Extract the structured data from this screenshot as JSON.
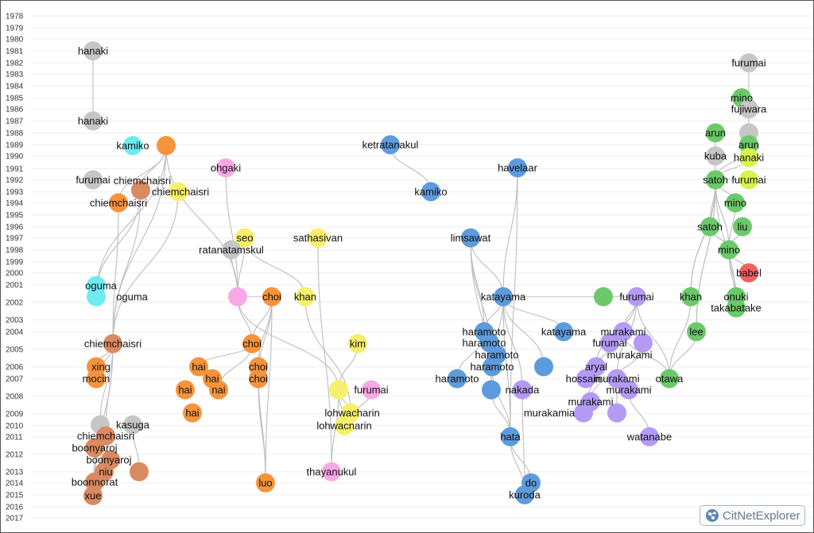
{
  "years": [
    "1978",
    "1979",
    "1980",
    "1981",
    "1982",
    "1983",
    "1984",
    "1985",
    "1986",
    "1987",
    "1988",
    "1989",
    "1990",
    "1991",
    "1992",
    "1993",
    "1994",
    "1995",
    "1996",
    "1997",
    "1998",
    "1999",
    "2000",
    "2001",
    "2002",
    "2003",
    "2004",
    "2005",
    "2006",
    "2007",
    "2008",
    "2009",
    "2010",
    "2011",
    "2012",
    "2013",
    "2014",
    "2015",
    "2016",
    "2017"
  ],
  "brand": {
    "name": "CitNetExplorer",
    "icon": "citnet-logo-icon"
  },
  "colors": {
    "gray": "#c6c6c6",
    "orange": "#f7943b",
    "salmon": "#d98a62",
    "cyan": "#6cecf0",
    "pink": "#f9a8e6",
    "yellow": "#f6ef6b",
    "blue": "#5e9bdc",
    "purple": "#b49af5",
    "green": "#6cc96b",
    "red": "#f4605e",
    "lime": "#d7f34e"
  },
  "publications": [
    {
      "label": "hanaki",
      "color": "gray"
    },
    {
      "label": "hanaki",
      "color": "gray"
    },
    {
      "label": "kamiko",
      "color": "cyan"
    },
    {
      "label": "",
      "color": "orange"
    },
    {
      "label": "furumai",
      "color": "gray"
    },
    {
      "label": "chiemchaisri",
      "color": "salmon"
    },
    {
      "label": "chiemchaisri",
      "color": "yellow"
    },
    {
      "label": "chiemchaisri",
      "color": "orange"
    },
    {
      "label": "oguma",
      "color": "cyan"
    },
    {
      "label": "oguma",
      "color": "cyan"
    },
    {
      "label": "chiemchaisri",
      "color": "salmon"
    },
    {
      "label": "xing",
      "color": "orange"
    },
    {
      "label": "mocin",
      "color": "orange"
    },
    {
      "label": "",
      "color": "gray"
    },
    {
      "label": "kasuga",
      "color": "gray"
    },
    {
      "label": "chiemchaisri",
      "color": "salmon"
    },
    {
      "label": "boonyaroj",
      "color": "salmon"
    },
    {
      "label": "boonyaroj",
      "color": "salmon"
    },
    {
      "label": "niu",
      "color": "salmon"
    },
    {
      "label": "",
      "color": "salmon"
    },
    {
      "label": "boonnorat",
      "color": "salmon"
    },
    {
      "label": "xue",
      "color": "salmon"
    },
    {
      "label": "ohgaki",
      "color": "pink"
    },
    {
      "label": "seo",
      "color": "yellow"
    },
    {
      "label": "ratanatamskul",
      "color": "gray"
    },
    {
      "label": "",
      "color": "pink"
    },
    {
      "label": "choi",
      "color": "orange"
    },
    {
      "label": "khan",
      "color": "yellow"
    },
    {
      "label": "sathasivan",
      "color": "yellow"
    },
    {
      "label": "choi",
      "color": "orange"
    },
    {
      "label": "choi",
      "color": "orange"
    },
    {
      "label": "choi",
      "color": "orange"
    },
    {
      "label": "kim",
      "color": "yellow"
    },
    {
      "label": "hai",
      "color": "orange"
    },
    {
      "label": "hai",
      "color": "orange"
    },
    {
      "label": "hai",
      "color": "orange"
    },
    {
      "label": "nai",
      "color": "orange"
    },
    {
      "label": "hai",
      "color": "orange"
    },
    {
      "label": "",
      "color": "yellow"
    },
    {
      "label": "furumai",
      "color": "pink"
    },
    {
      "label": "lohwacharin",
      "color": "yellow"
    },
    {
      "label": "lohwacnarin",
      "color": "yellow"
    },
    {
      "label": "thayanukul",
      "color": "pink"
    },
    {
      "label": "luo",
      "color": "orange"
    },
    {
      "label": "ketratanakul",
      "color": "blue"
    },
    {
      "label": "kamiko",
      "color": "blue"
    },
    {
      "label": "havelaar",
      "color": "blue"
    },
    {
      "label": "limsawat",
      "color": "blue"
    },
    {
      "label": "katayama",
      "color": "blue"
    },
    {
      "label": "katayama",
      "color": "blue"
    },
    {
      "label": "haramoto",
      "color": "blue"
    },
    {
      "label": "haramoto",
      "color": "blue"
    },
    {
      "label": "haramoto",
      "color": "blue"
    },
    {
      "label": "haramoto",
      "color": "blue"
    },
    {
      "label": "haramoto",
      "color": "blue"
    },
    {
      "label": "",
      "color": "blue"
    },
    {
      "label": "",
      "color": "blue"
    },
    {
      "label": "nakada",
      "color": "purple"
    },
    {
      "label": "hata",
      "color": "blue"
    },
    {
      "label": "do",
      "color": "blue"
    },
    {
      "label": "kuroda",
      "color": "blue"
    },
    {
      "label": "",
      "color": "green"
    },
    {
      "label": "furumai",
      "color": "purple"
    },
    {
      "label": "murakami",
      "color": "purple"
    },
    {
      "label": "furumai",
      "color": "purple"
    },
    {
      "label": "murakami",
      "color": "purple"
    },
    {
      "label": "aryal",
      "color": "purple"
    },
    {
      "label": "hossain",
      "color": "purple"
    },
    {
      "label": "murakami",
      "color": "purple"
    },
    {
      "label": "murakami",
      "color": "purple"
    },
    {
      "label": "murakami",
      "color": "purple"
    },
    {
      "label": "murakamia",
      "color": "purple"
    },
    {
      "label": "",
      "color": "purple"
    },
    {
      "label": "watanabe",
      "color": "purple"
    },
    {
      "label": "otawa",
      "color": "green"
    },
    {
      "label": "khan",
      "color": "green"
    },
    {
      "label": "lee",
      "color": "green"
    },
    {
      "label": "furumai",
      "color": "gray"
    },
    {
      "label": "mino",
      "color": "green"
    },
    {
      "label": "fujiwara",
      "color": "gray"
    },
    {
      "label": "",
      "color": "gray"
    },
    {
      "label": "arun",
      "color": "green"
    },
    {
      "label": "arun",
      "color": "green"
    },
    {
      "label": "kuba",
      "color": "gray"
    },
    {
      "label": "hanaki",
      "color": "lime"
    },
    {
      "label": "furumai",
      "color": "lime"
    },
    {
      "label": "satoh",
      "color": "green"
    },
    {
      "label": "mino",
      "color": "green"
    },
    {
      "label": "satoh",
      "color": "green"
    },
    {
      "label": "liu",
      "color": "green"
    },
    {
      "label": "mino",
      "color": "green"
    },
    {
      "label": "babel",
      "color": "red"
    },
    {
      "label": "onuki",
      "color": "green"
    },
    {
      "label": "takabatake",
      "color": "green"
    }
  ]
}
